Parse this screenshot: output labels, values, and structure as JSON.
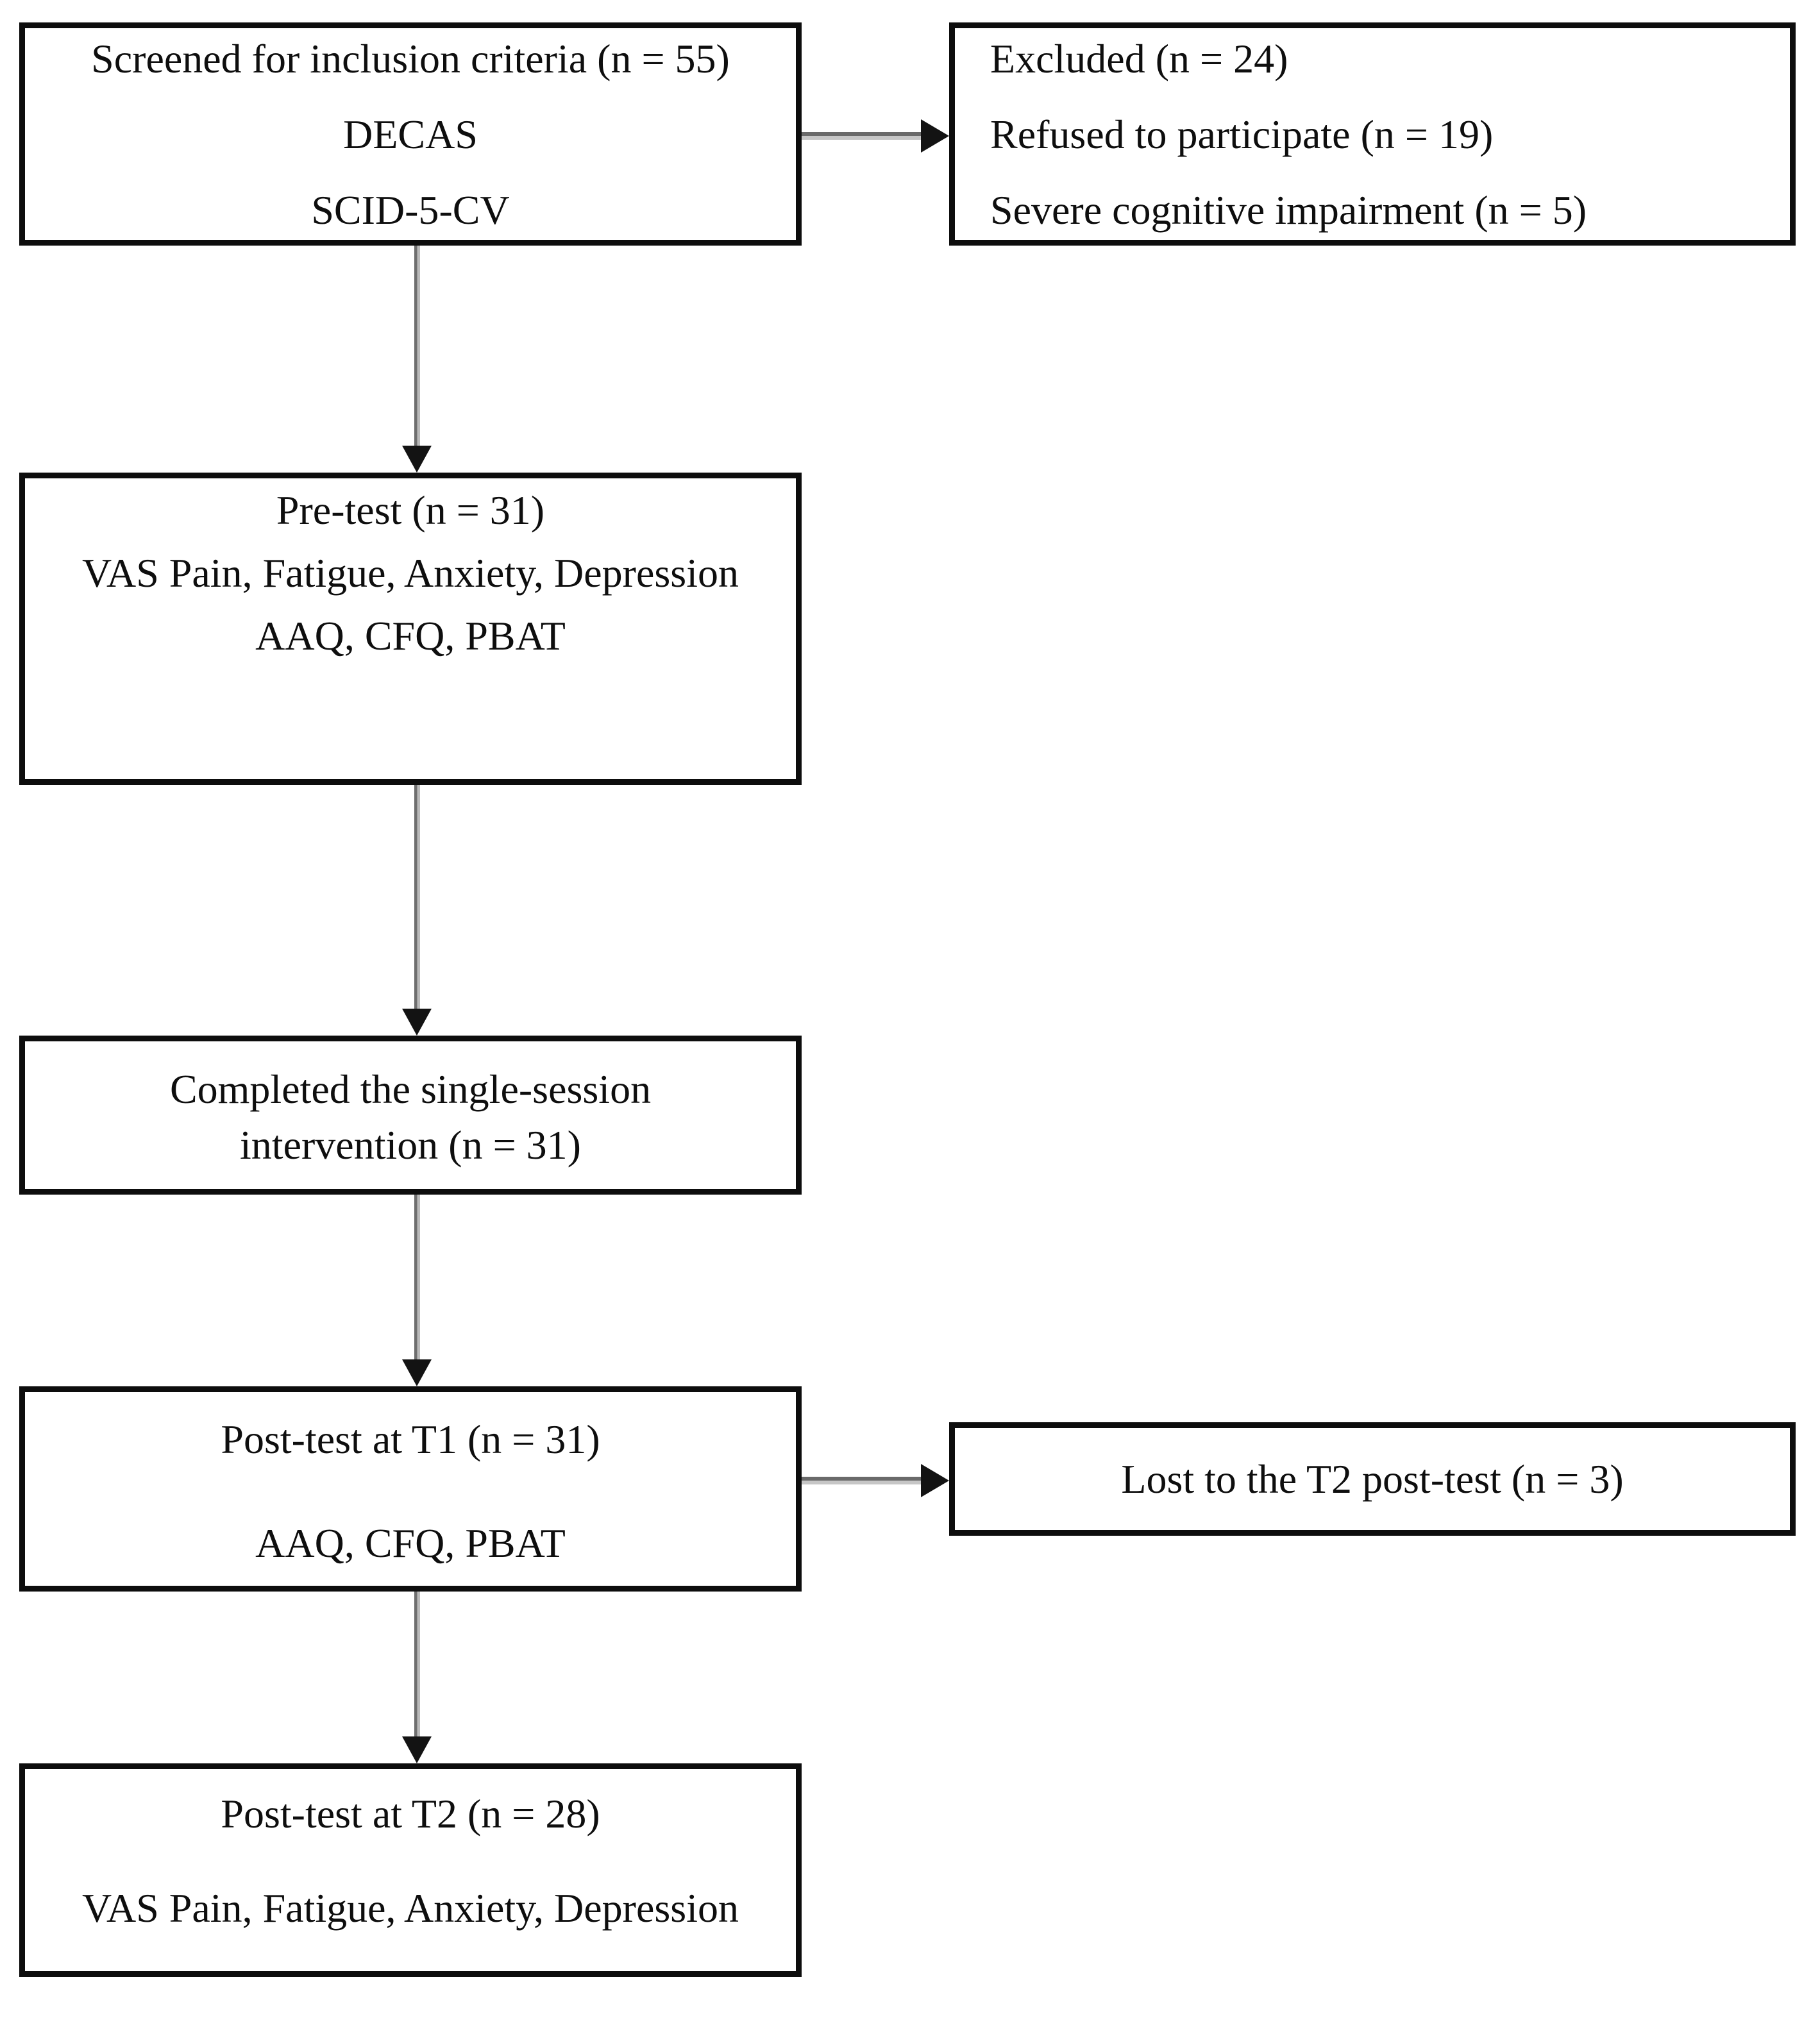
{
  "diagram": {
    "type": "participant-flow-diagram",
    "boxes": {
      "screened": {
        "lines": [
          "Screened for inclusion criteria (n = 55)",
          "DECAS",
          "SCID-5-CV"
        ]
      },
      "excluded": {
        "lines": [
          "Excluded (n = 24)",
          "Refused to participate (n = 19)",
          "Severe cognitive impairment (n = 5)"
        ]
      },
      "pretest": {
        "lines": [
          "Pre-test (n = 31)",
          "VAS Pain, Fatigue, Anxiety, Depression",
          "AAQ, CFQ, PBAT"
        ]
      },
      "completed": {
        "lines": [
          "Completed the single-session",
          "intervention (n = 31)"
        ]
      },
      "posttest_t1": {
        "lines": [
          "Post-test at T1 (n = 31)",
          "AAQ, CFQ, PBAT"
        ]
      },
      "lost": {
        "lines": [
          "Lost to the T2 post-test (n = 3)"
        ]
      },
      "posttest_t2": {
        "lines": [
          "Post-test at T2 (n = 28)",
          "VAS Pain, Fatigue, Anxiety, Depression"
        ]
      }
    },
    "counts": {
      "screened": 55,
      "excluded": 24,
      "refused": 19,
      "severe_cognitive_impairment": 5,
      "pretest": 31,
      "completed_intervention": 31,
      "posttest_t1": 31,
      "lost_to_t2": 3,
      "posttest_t2": 28
    },
    "colors": {
      "background": "#ffffff",
      "box_border": "#0d0d0d",
      "text": "#0e0e0e",
      "arrow_shaft_dark": "#6e6e6e",
      "arrow_shaft_light": "#b9b9b9",
      "arrowhead": "#131313"
    }
  }
}
